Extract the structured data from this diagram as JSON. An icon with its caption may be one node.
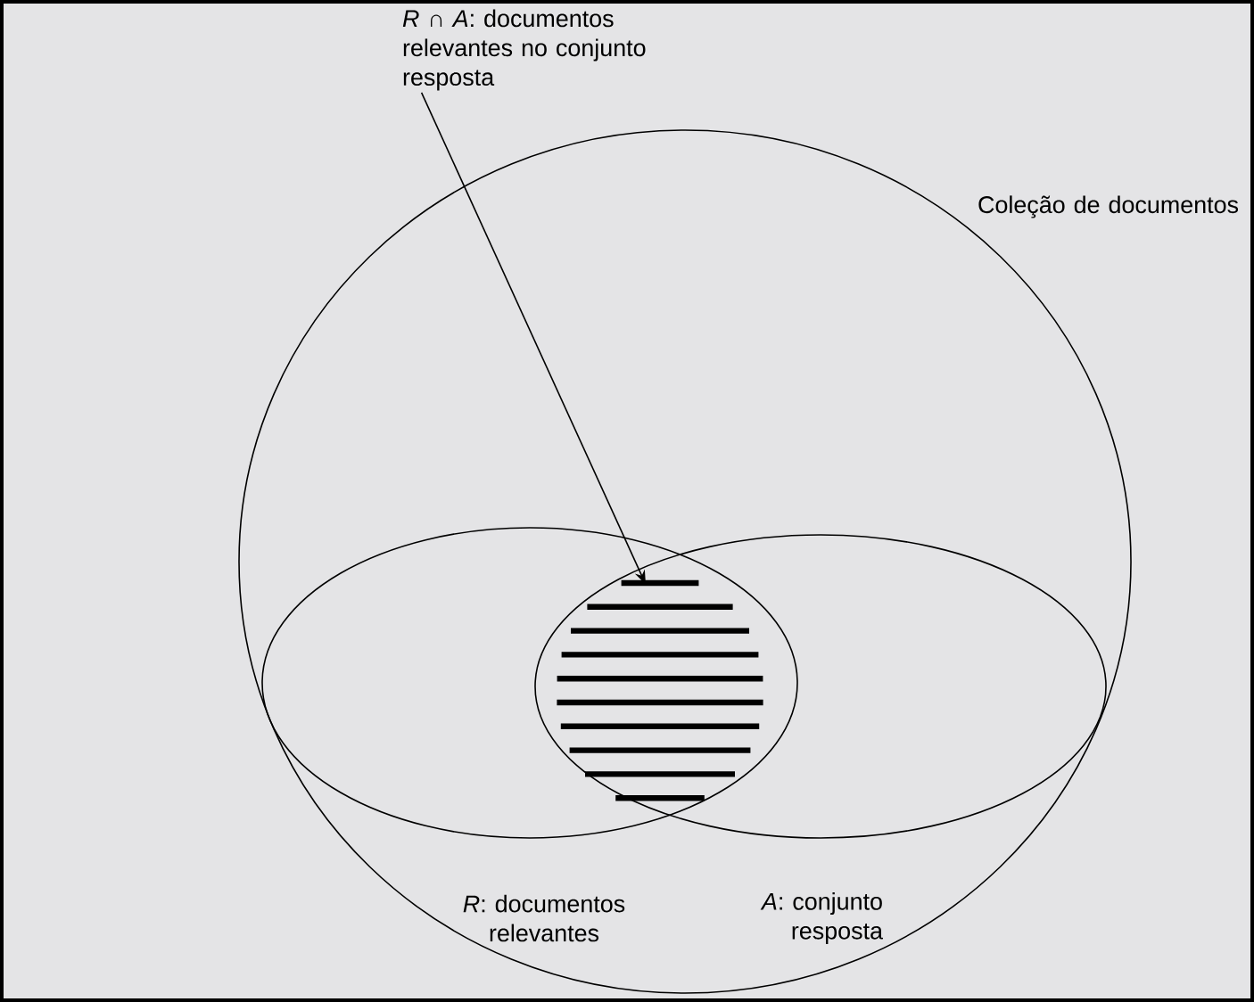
{
  "diagram": {
    "nodes": [
      {
        "text": [
          "Coleção de documentos"
        ]
      },
      {
        "text": [
          "*R*: documentos relevantes"
        ],
        "in": 0
      },
      {
        "text": [
          "*A*: conjunto resposta"
        ],
        "in": 0
      },
      {
        "text": [],
        "shape": "circle"
      },
      {
        "text": [
          "*R* ∩ *A*: documentos relevantes no conjunto resposta"
        ]
      }
    ],
    "edges": [
      {
        "from": 4,
        "to": 3,
        "arrow": "to"
      }
    ]
  }
}
